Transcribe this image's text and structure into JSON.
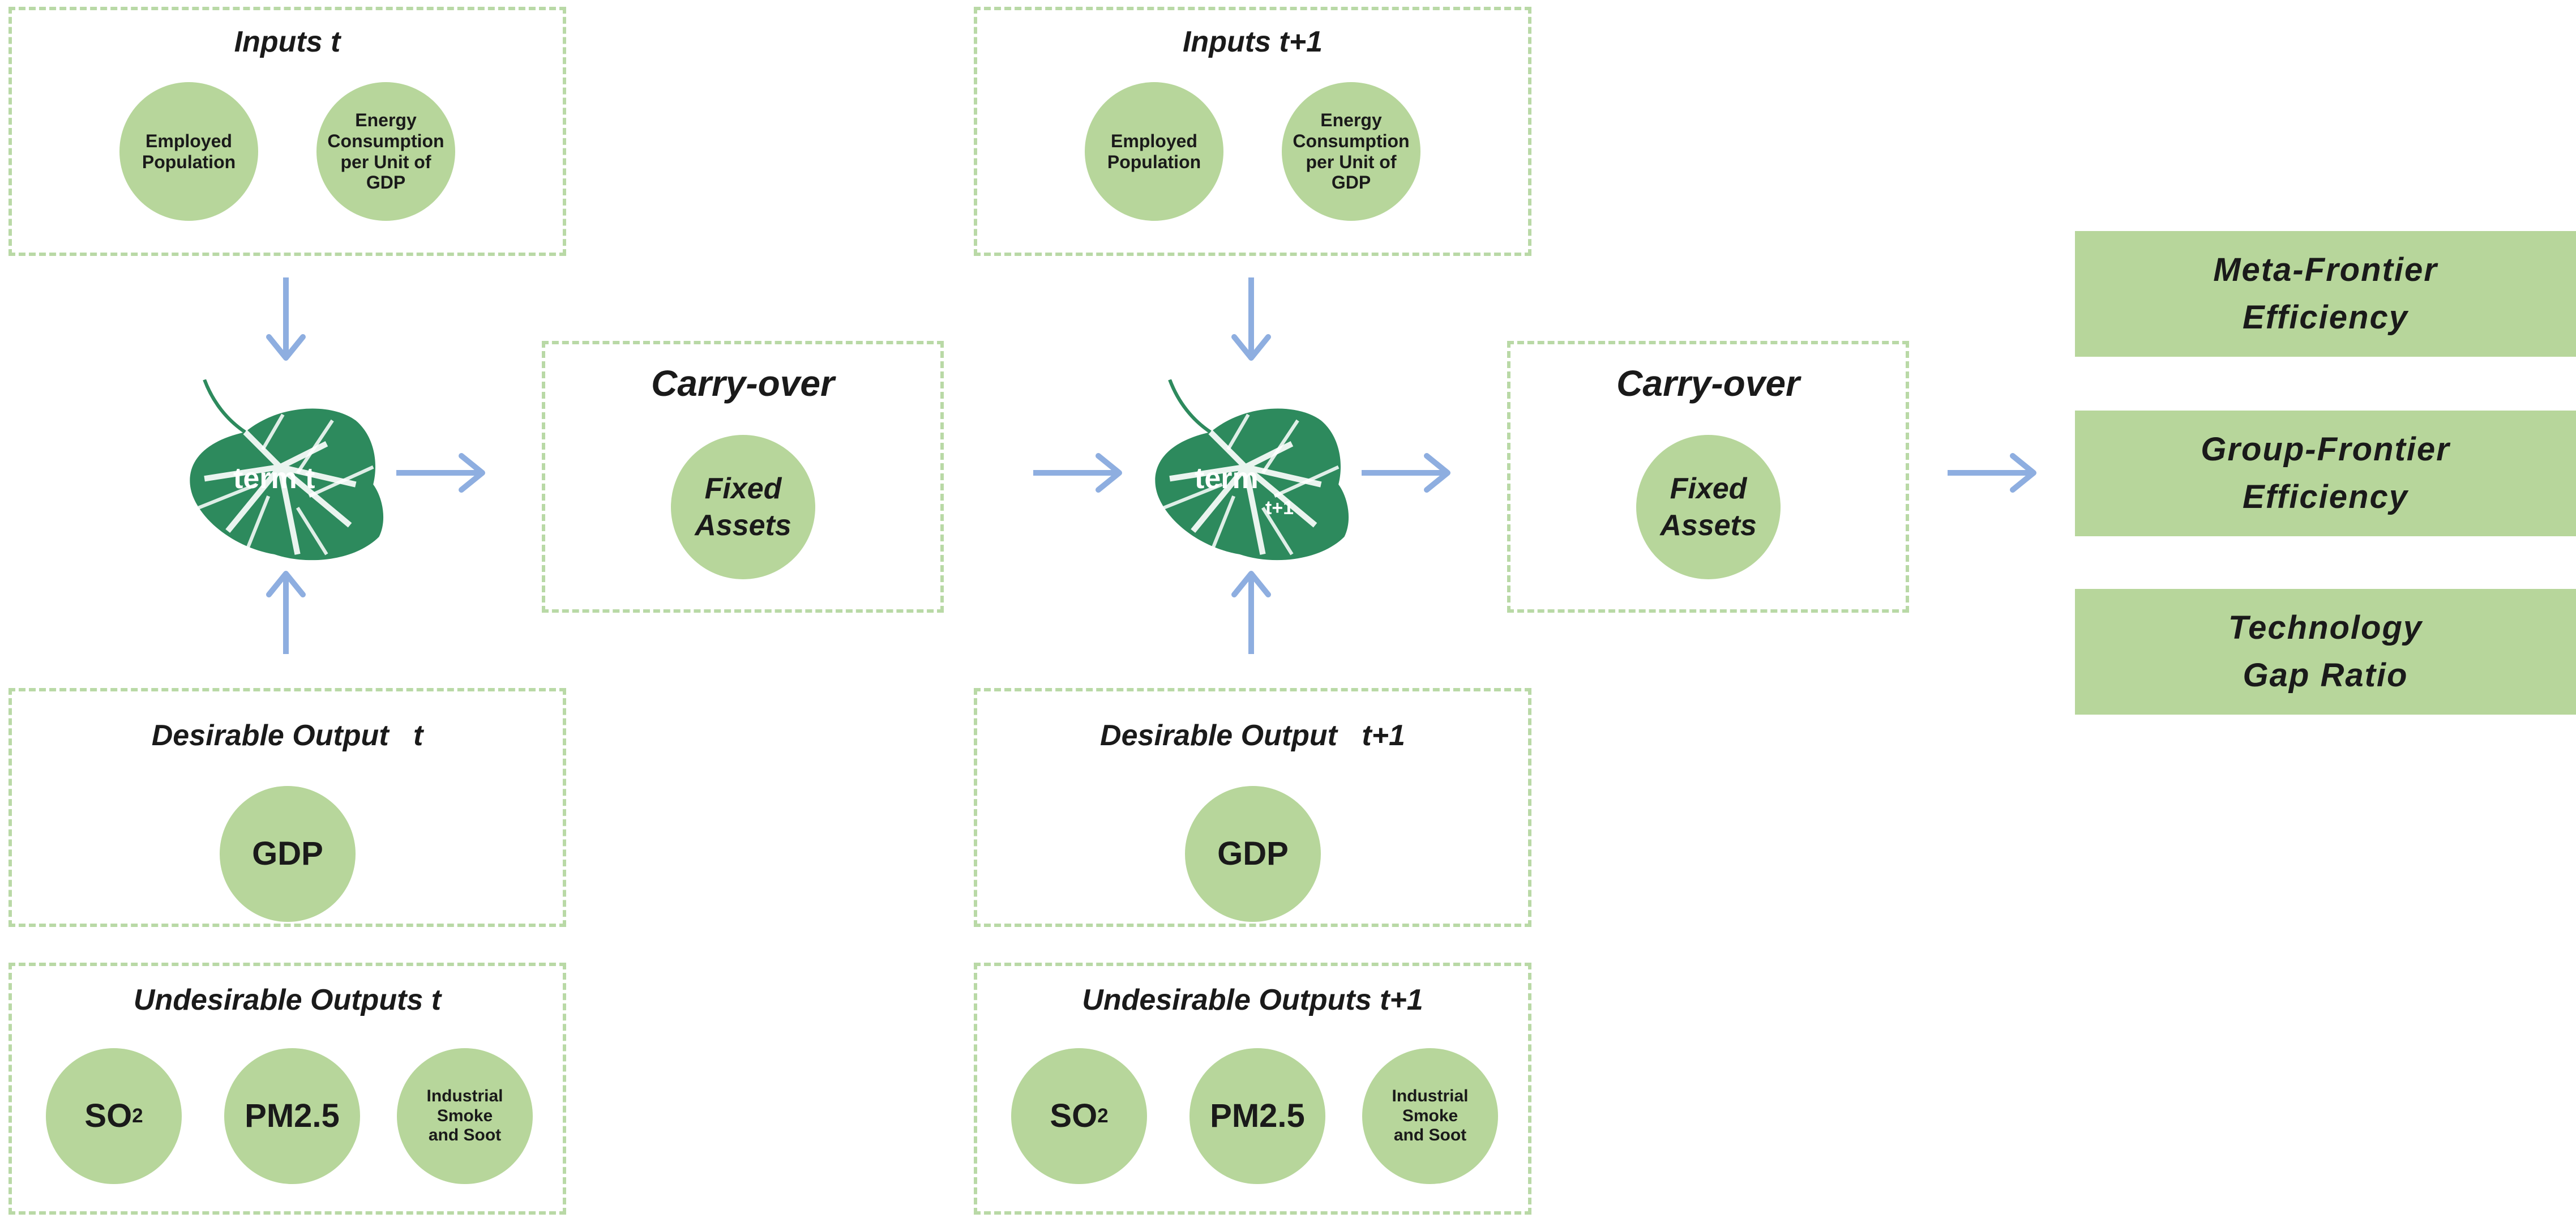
{
  "colors": {
    "circle_fill": "#b7d69b",
    "box_border": "#b9d9a6",
    "arrow": "#8eaee0",
    "leaf": "#2d8a5d"
  },
  "periods": [
    {
      "inputs_title": "Inputs t",
      "inputs": [
        "Employed Population",
        "Energy Consumption per Unit of GDP"
      ],
      "term_label": "term t",
      "term_sub": "",
      "carryover_title": "Carry-over",
      "carryover_item": "Fixed Assets",
      "desirable_title": "Desirable Output   t",
      "desirable_item": "GDP",
      "undesirable_title": "Undesirable Outputs t",
      "undesirable_items": [
        "SO",
        "PM2.5",
        "Industrial Smoke and Soot"
      ],
      "so_subscript": "2"
    },
    {
      "inputs_title": "Inputs t+1",
      "inputs": [
        "Employed Population",
        "Energy Consumption per Unit of GDP"
      ],
      "term_label": "term",
      "term_sub": "t+1",
      "carryover_title": "Carry-over",
      "carryover_item": "Fixed Assets",
      "desirable_title": "Desirable Output   t+1",
      "desirable_item": "GDP",
      "undesirable_title": "Undesirable Outputs t+1",
      "undesirable_items": [
        "SO",
        "PM2.5",
        "Industrial Smoke and Soot"
      ],
      "so_subscript": "2"
    }
  ],
  "results": [
    "Meta-Frontier Efficiency",
    "Group-Frontier Efficiency",
    "Technology Gap Ratio"
  ]
}
